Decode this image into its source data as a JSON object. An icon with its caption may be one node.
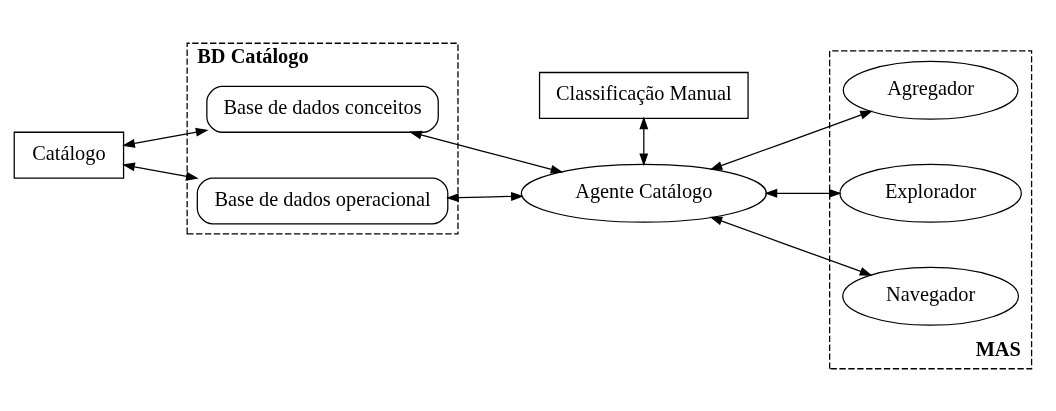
{
  "diagram": {
    "nodes": [
      {
        "text": [
          "Classificação Manual"
        ]
      },
      {
        "text": [
          "BD Catálogo"
        ]
      },
      {
        "text": [
          "Base de dados conceitos"
        ],
        "in": 1
      },
      {
        "text": [
          "Base de dados operacional"
        ],
        "in": 1
      },
      {
        "text": [
          "Catálogo"
        ]
      },
      {
        "text": [
          "Agente Catálogo"
        ]
      },
      {
        "text": [
          "MAS"
        ]
      },
      {
        "text": [
          "Agregador"
        ],
        "in": 6
      },
      {
        "text": [
          "Explorador"
        ],
        "in": 6
      },
      {
        "text": [
          "Navegador"
        ],
        "in": 6
      }
    ],
    "edges": [
      {
        "from": 4,
        "to": 2,
        "arrow": "both"
      },
      {
        "from": 4,
        "to": 3,
        "arrow": "both"
      },
      {
        "from": 2,
        "to": 5,
        "arrow": "both"
      },
      {
        "from": 3,
        "to": 5,
        "arrow": "both"
      },
      {
        "from": 0,
        "to": 5,
        "arrow": "both"
      },
      {
        "from": 5,
        "to": 7,
        "arrow": "both"
      },
      {
        "from": 5,
        "to": 8,
        "arrow": "both"
      },
      {
        "from": 5,
        "to": 9,
        "arrow": "both"
      }
    ]
  }
}
